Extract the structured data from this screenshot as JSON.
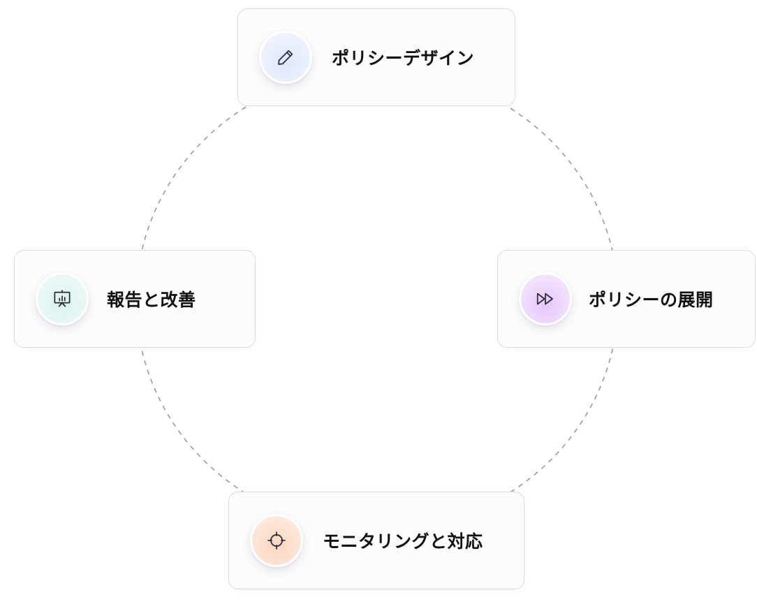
{
  "cycle": {
    "steps": [
      {
        "label": "ポリシーデザイン",
        "icon": "pencil-icon",
        "accent": "#e8eefc"
      },
      {
        "label": "ポリシーの展開",
        "icon": "fast-forward-icon",
        "accent": "#ecd4fc"
      },
      {
        "label": "モニタリングと対応",
        "icon": "crosshair-icon",
        "accent": "#fcdcc8"
      },
      {
        "label": "報告と改善",
        "icon": "presentation-chart-icon",
        "accent": "#e3f5f3"
      }
    ]
  }
}
